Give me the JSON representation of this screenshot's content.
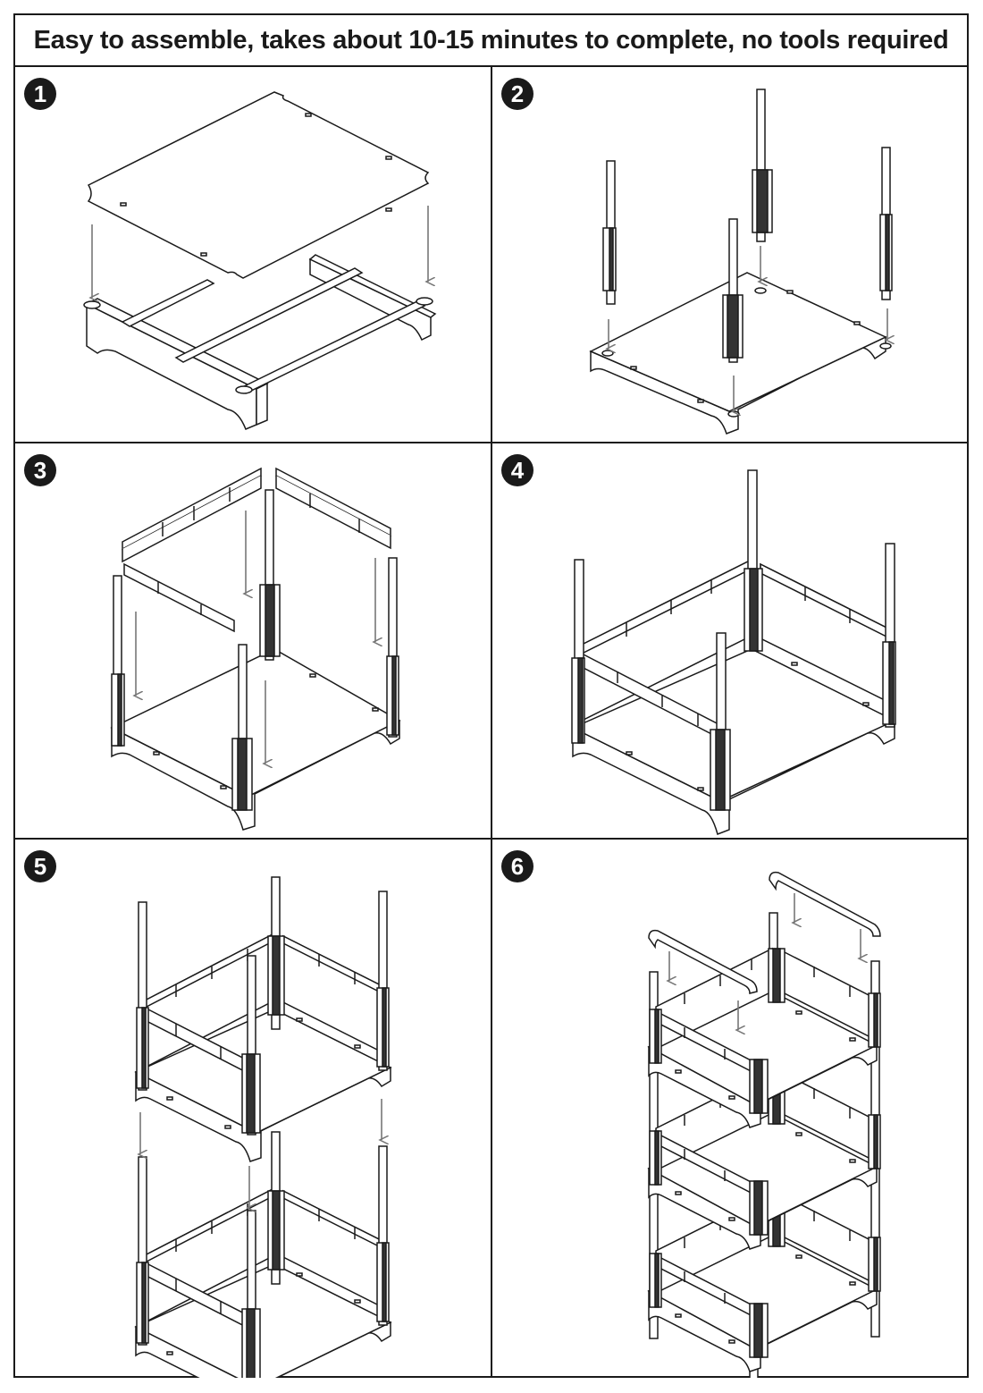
{
  "title": "Easy to assemble, takes about 10-15 minutes to complete, no tools required",
  "steps": [
    {
      "number": "1"
    },
    {
      "number": "2"
    },
    {
      "number": "3"
    },
    {
      "number": "4"
    },
    {
      "number": "5"
    },
    {
      "number": "6"
    }
  ],
  "colors": {
    "line": "#1a1a1a",
    "arrow": "#777777",
    "panel_fill": "#ffffff",
    "dark_fill": "#333333"
  }
}
